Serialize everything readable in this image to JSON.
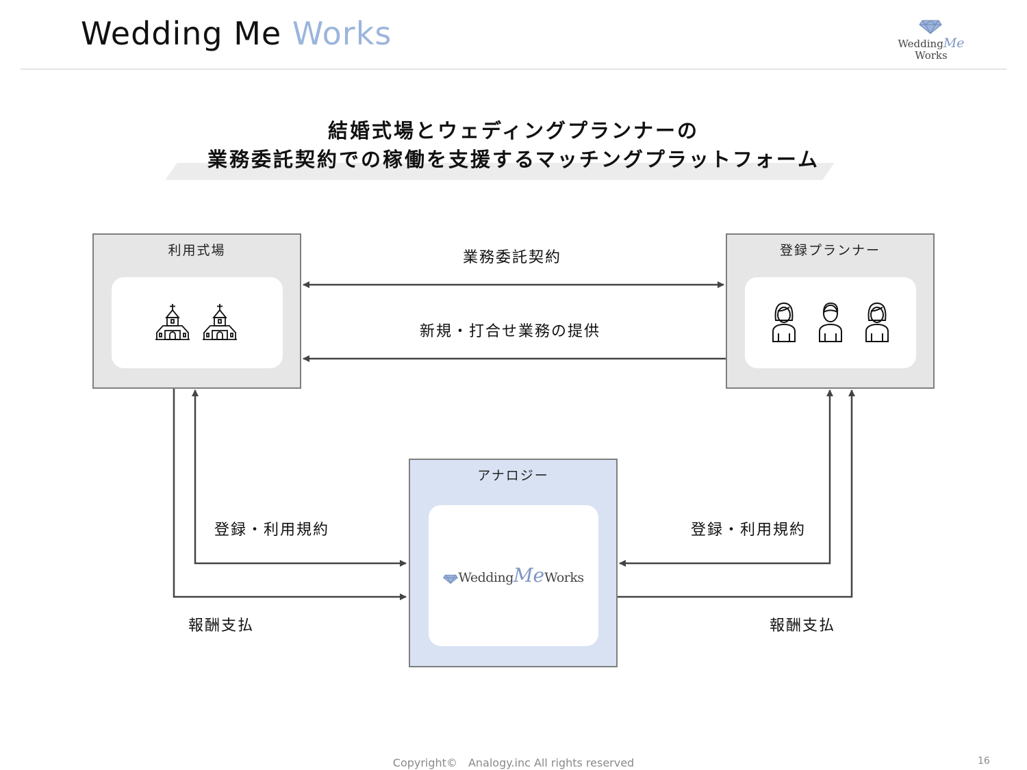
{
  "header": {
    "title_main": "Wedding Me",
    "title_accent": "Works",
    "logo_line1": "Wedding",
    "logo_me": "Me",
    "logo_line2": "Works"
  },
  "headline": {
    "line1": "結婚式場とウェディングプランナーの",
    "line2": "業務委託契約での稼働を支援するマッチングプラットフォーム"
  },
  "nodes": {
    "venue": {
      "label": "利用式場",
      "icons": [
        "church-icon",
        "church-icon"
      ]
    },
    "planner": {
      "label": "登録プランナー",
      "icons": [
        "woman-icon",
        "man-icon",
        "woman-icon"
      ]
    },
    "analogy": {
      "label": "アナロジー",
      "logo_word1": "Wedding",
      "logo_me": "Me",
      "logo_word2": "Works",
      "logo_icon": "diamond-icon"
    }
  },
  "edges": {
    "contract": "業務委託契約",
    "provision": "新規・打合せ業務の提供",
    "terms_left": "登録・利用規約",
    "terms_right": "登録・利用規約",
    "payment_left": "報酬支払",
    "payment_right": "報酬支払"
  },
  "colors": {
    "accent": "#9bb5dc",
    "node_gray": "#e6e6e6",
    "node_blue": "#d9e2f3",
    "arrow": "#444444"
  },
  "footer": {
    "copyright": "Copyright©　Analogy.inc  All rights reserved",
    "page_number": "16"
  }
}
